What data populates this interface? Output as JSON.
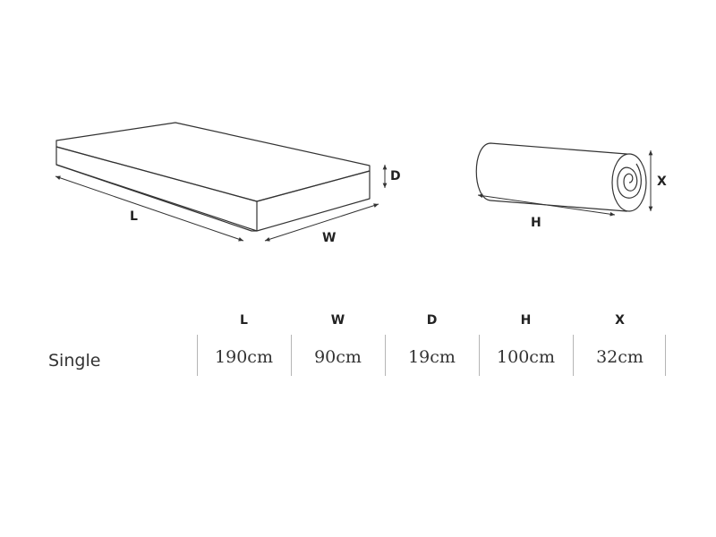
{
  "diagram": {
    "mattress_labels": {
      "length": "L",
      "width": "W",
      "depth": "D"
    },
    "roll_labels": {
      "height": "H",
      "diameter": "X"
    }
  },
  "table": {
    "headers": [
      "L",
      "W",
      "D",
      "H",
      "X"
    ],
    "rows": [
      {
        "label": "Single",
        "values": [
          "190cm",
          "90cm",
          "19cm",
          "100cm",
          "32cm"
        ]
      }
    ]
  },
  "colors": {
    "line": "#333333",
    "divider": "#b5b5b5",
    "text": "#333333"
  }
}
